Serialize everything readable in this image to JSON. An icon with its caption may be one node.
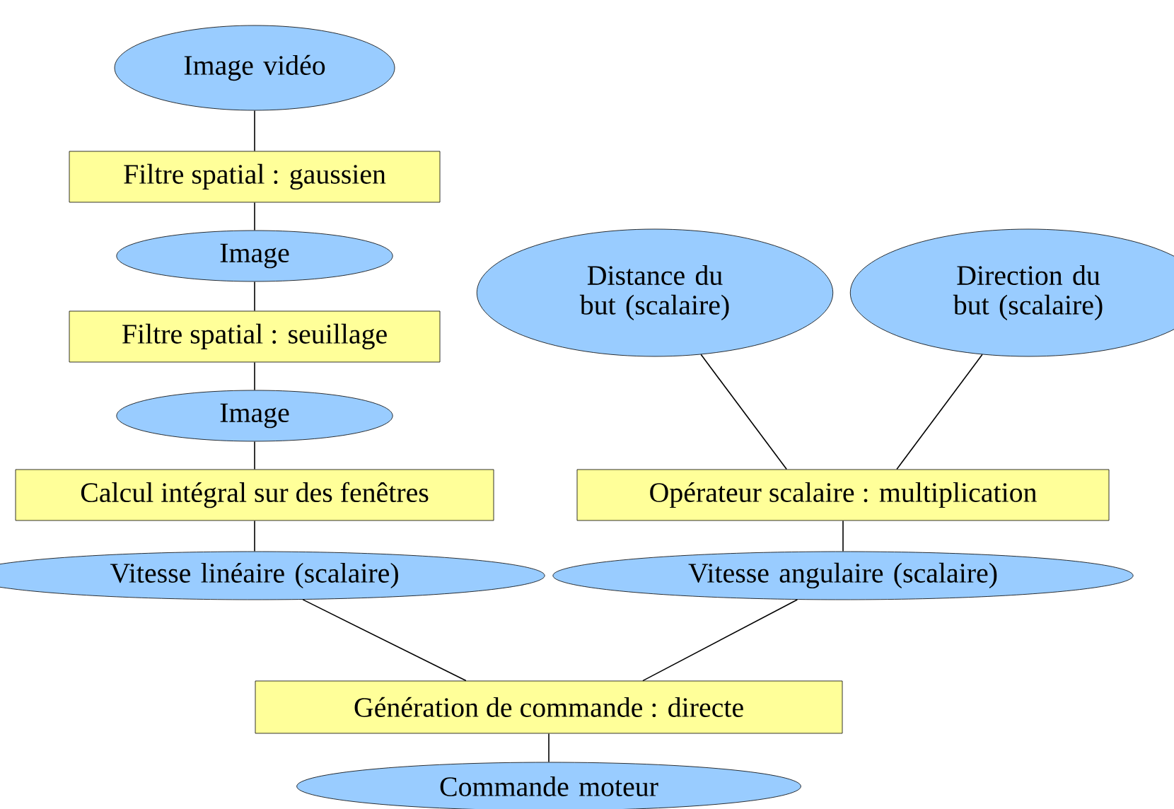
{
  "diagram": {
    "nodes": [
      {
        "text": [
          "Image vidéo"
        ]
      },
      {
        "text": [
          "Filtre spatial : gaussien"
        ]
      },
      {
        "text": [
          "Image"
        ]
      },
      {
        "text": [
          "Filtre spatial : seuillage"
        ]
      },
      {
        "text": [
          "Image"
        ]
      },
      {
        "text": [
          "Calcul intégral sur des fenêtres"
        ]
      },
      {
        "text": [
          "Vitesse linéaire (scalaire)"
        ]
      },
      {
        "text": [
          "Distance du but (scalaire)"
        ]
      },
      {
        "text": [
          "Direction du but (scalaire)"
        ]
      },
      {
        "text": [
          "Opérateur scalaire : multiplication"
        ]
      },
      {
        "text": [
          "Vitesse angulaire (scalaire)"
        ]
      },
      {
        "text": [
          "Génération de commande : directe"
        ]
      },
      {
        "text": [
          "Commande moteur"
        ]
      }
    ],
    "edges": [
      {
        "from": 0,
        "to": 1,
        "arrow": "none"
      },
      {
        "from": 1,
        "to": 2,
        "arrow": "none"
      },
      {
        "from": 2,
        "to": 3,
        "arrow": "none"
      },
      {
        "from": 3,
        "to": 4,
        "arrow": "none"
      },
      {
        "from": 4,
        "to": 5,
        "arrow": "none"
      },
      {
        "from": 5,
        "to": 6,
        "arrow": "none"
      },
      {
        "from": 7,
        "to": 9,
        "arrow": "none"
      },
      {
        "from": 8,
        "to": 9,
        "arrow": "none"
      },
      {
        "from": 9,
        "to": 10,
        "arrow": "none"
      },
      {
        "from": 6,
        "to": 11,
        "arrow": "none"
      },
      {
        "from": 10,
        "to": 11,
        "arrow": "none"
      },
      {
        "from": 11,
        "to": 12,
        "arrow": "none"
      }
    ]
  }
}
